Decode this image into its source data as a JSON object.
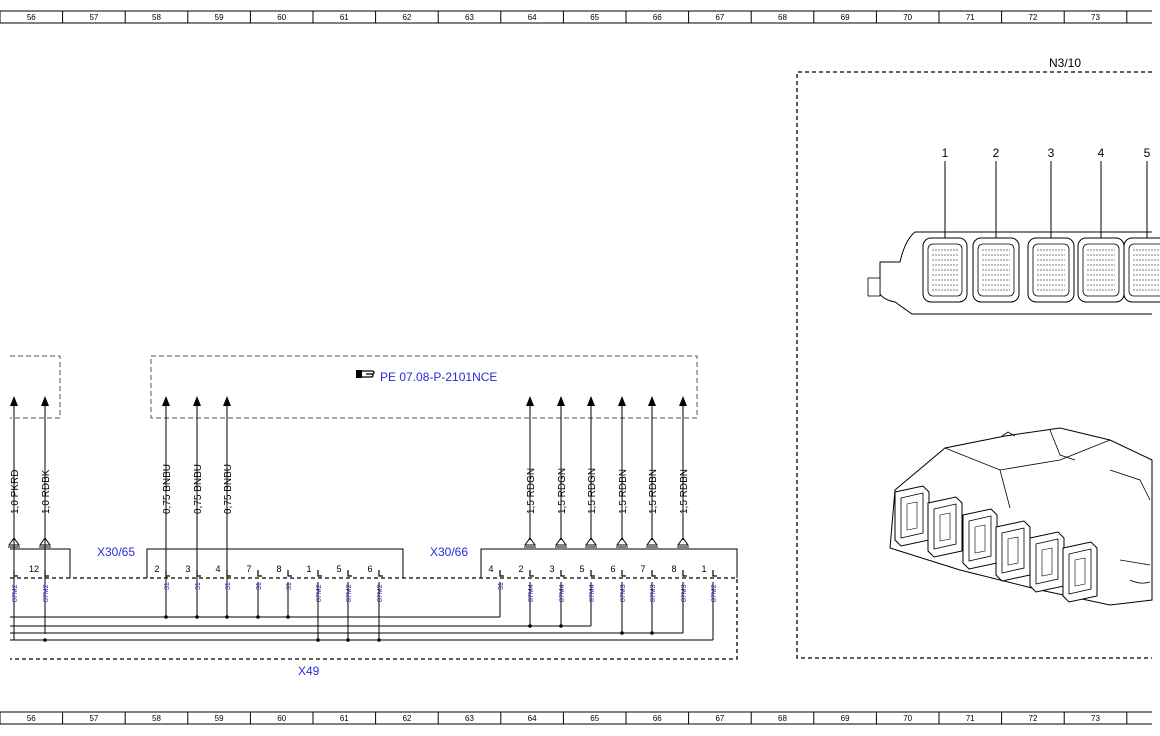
{
  "grid": {
    "columns": [
      "56",
      "57",
      "58",
      "59",
      "60",
      "61",
      "62",
      "63",
      "64",
      "65",
      "66",
      "67",
      "68",
      "69",
      "70",
      "71",
      "72",
      "73"
    ]
  },
  "reference": {
    "icon": "pointing-hand-icon",
    "text": "PE 07.08-P-2101NCE"
  },
  "connectors": {
    "x30_65": "X30/65",
    "x30_66": "X30/66",
    "x49": "X49",
    "n3_10": "N3/10"
  },
  "left_wires": [
    {
      "label": "1,0 PKRD",
      "pin": "",
      "code": "87M2"
    },
    {
      "label": "1,0 RDBK",
      "pin": "12",
      "code": "87M2"
    }
  ],
  "x30_65_wires": [
    {
      "label": "0,75 BNBU",
      "pin": "2",
      "code": "31"
    },
    {
      "label": "0,75 BNBU",
      "pin": "3",
      "code": "31"
    },
    {
      "label": "0,75 BNBU",
      "pin": "4",
      "code": "31"
    }
  ],
  "x30_65_extra_pins": [
    {
      "pin": "7",
      "code": "31"
    },
    {
      "pin": "8",
      "code": "31"
    },
    {
      "pin": "1",
      "code": "87M2"
    },
    {
      "pin": "5",
      "code": "87M2"
    },
    {
      "pin": "6",
      "code": "87M2"
    }
  ],
  "x30_66_pins": [
    {
      "pin": "4",
      "code": "31",
      "label": ""
    },
    {
      "pin": "2",
      "code": "87M4",
      "label": "1,5 RDGN"
    },
    {
      "pin": "3",
      "code": "87M4",
      "label": "1,5 RDGN"
    },
    {
      "pin": "5",
      "code": "87M4",
      "label": "1,5 RDGN"
    },
    {
      "pin": "6",
      "code": "87M3",
      "label": "1,5 RDBN"
    },
    {
      "pin": "7",
      "code": "87M3",
      "label": "1,5 RDBN"
    },
    {
      "pin": "8",
      "code": "87M3",
      "label": "1,5 RDBN"
    },
    {
      "pin": "1",
      "code": "87M2",
      "label": ""
    }
  ],
  "ecu_plugs": [
    "1",
    "2",
    "3",
    "4",
    "5"
  ]
}
